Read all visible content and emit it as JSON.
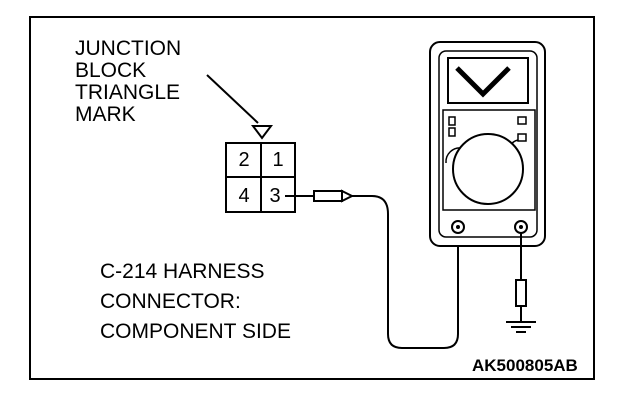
{
  "junction_label": {
    "line1": "JUNCTION",
    "line2": "BLOCK",
    "line3": "TRIANGLE",
    "line4": "MARK"
  },
  "connector": {
    "pins": {
      "p1": "1",
      "p2": "2",
      "p3": "3",
      "p4": "4"
    }
  },
  "harness_label": {
    "line1": "C-214 HARNESS",
    "line2": "CONNECTOR:",
    "line3": "COMPONENT SIDE"
  },
  "figure_code": "AK500805AB"
}
